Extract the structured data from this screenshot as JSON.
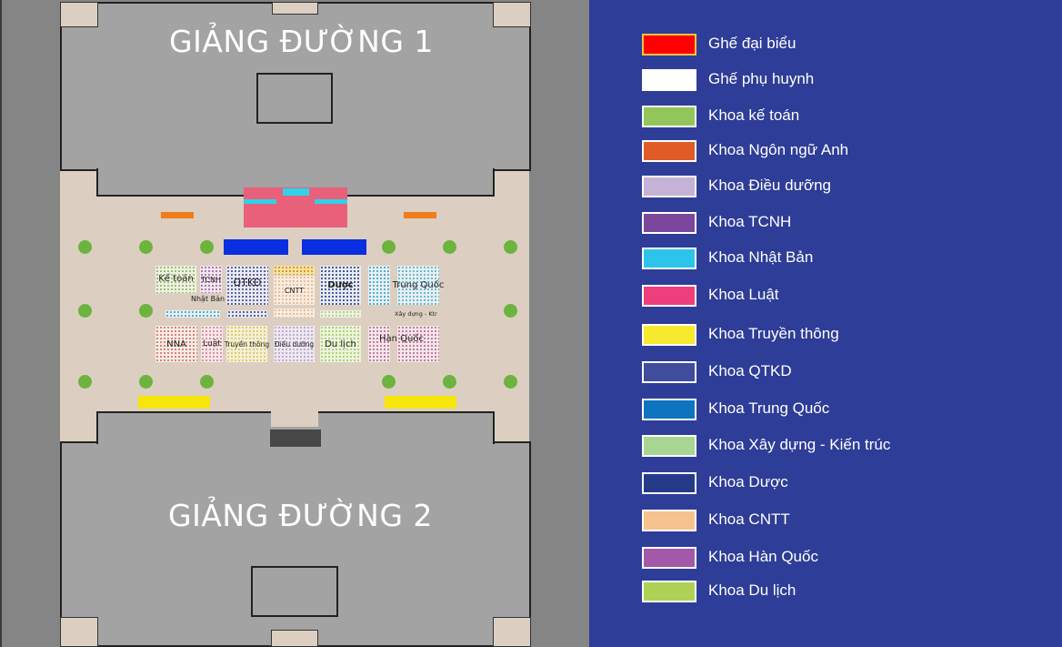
{
  "map": {
    "hall_1_title": "GIẢNG ĐƯỜNG 1",
    "hall_2_title": "GIẢNG ĐƯỜNG 2",
    "blocks": {
      "ke_toan": "Kế toán",
      "tcnh": "TCNH",
      "qtkd": "QTKD",
      "cntt": "CNTT",
      "duoc": "Dược",
      "trung_quoc": "Trung Quốc",
      "nhat_ban": "Nhật Bản",
      "xay_dung": "Xây dựng - Ktr",
      "nna": "NNA",
      "luat": "Luật",
      "truyen_thong": "Truyền thông",
      "dieu_duong": "Điều dưỡng",
      "du_lich": "Du lịch",
      "han_quoc": "Hàn Quốc"
    }
  },
  "legend": {
    "items": [
      {
        "label": "Ghế đại biểu",
        "color": "#ff0000",
        "border": "#f5c542"
      },
      {
        "label": "Ghế phụ huynh",
        "color": "#ffffff",
        "border": "#ffffff"
      },
      {
        "label": "Khoa kế toán",
        "color": "#92c65a",
        "border": "#ffffff"
      },
      {
        "label": "Khoa Ngôn ngữ Anh",
        "color": "#e05b25",
        "border": "#ffffff"
      },
      {
        "label": "Khoa Điều dưỡng",
        "color": "#c6b2d6",
        "border": "#ffffff"
      },
      {
        "label": "Khoa TCNH",
        "color": "#7b479d",
        "border": "#ffffff"
      },
      {
        "label": "Khoa Nhật Bản",
        "color": "#2cc4ea",
        "border": "#ffffff"
      },
      {
        "label": "Khoa Luật",
        "color": "#ef3e7c",
        "border": "#ffffff"
      },
      {
        "label": "Khoa Truyền thông",
        "color": "#f6e92e",
        "border": "#ffffff"
      },
      {
        "label": "Khoa QTKD",
        "color": "#404c9c",
        "border": "#ffffff"
      },
      {
        "label": "Khoa Trung Quốc",
        "color": "#0e74bf",
        "border": "#ffffff"
      },
      {
        "label": "Khoa Xây dựng - Kiến trúc",
        "color": "#a8d591",
        "border": "#ffffff"
      },
      {
        "label": "Khoa Dược",
        "color": "#263a8a",
        "border": "#ffffff"
      },
      {
        "label": "Khoa CNTT",
        "color": "#f6c28d",
        "border": "#ffffff"
      },
      {
        "label": "Khoa Hàn Quốc",
        "color": "#a25aa8",
        "border": "#ffffff"
      },
      {
        "label": "Khoa Du lịch",
        "color": "#afd155",
        "border": "#ffffff"
      }
    ]
  }
}
